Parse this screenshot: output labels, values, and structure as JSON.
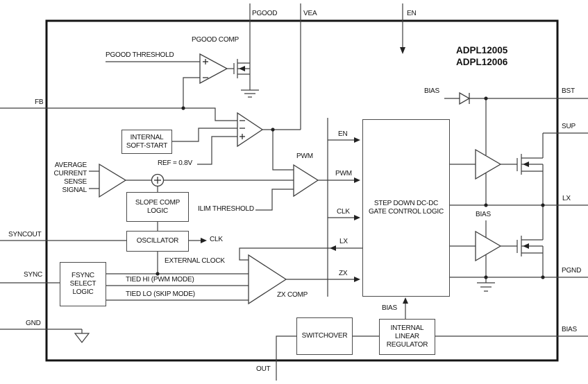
{
  "diagram": {
    "part_numbers": [
      "ADPL12005",
      "ADPL12006"
    ],
    "pins": {
      "top": [
        "PGOOD",
        "VEA",
        "EN"
      ],
      "left": [
        "FB",
        "SYNCOUT",
        "SYNC",
        "GND"
      ],
      "right": [
        "BST",
        "SUP",
        "LX",
        "PGND",
        "BIAS"
      ],
      "bottom": [
        "OUT"
      ]
    },
    "blocks": {
      "internal_soft_start": [
        "INTERNAL",
        "SOFT-START"
      ],
      "slope_comp_logic": [
        "SLOPE COMP",
        "LOGIC"
      ],
      "oscillator": [
        "OSCILLATOR"
      ],
      "fsync_select_logic": [
        "FSYNC",
        "SELECT",
        "LOGIC"
      ],
      "gate_control": [
        "STEP DOWN DC-DC",
        "GATE CONTROL LOGIC"
      ],
      "switchover": [
        "SWITCHOVER"
      ],
      "internal_linear_regulator": [
        "INTERNAL",
        "LINEAR",
        "REGULATOR"
      ]
    },
    "labels": {
      "pgood_comp": "PGOOD COMP",
      "pgood_threshold": "PGOOD THRESHOLD",
      "ref": "REF = 0.8V",
      "avg_current_sense": [
        "AVERAGE",
        "CURRENT",
        "SENSE",
        "SIGNAL"
      ],
      "ilim_threshold": "ILIM THRESHOLD",
      "pwm_comp": "PWM",
      "zx_comp": "ZX COMP",
      "external_clock": "EXTERNAL CLOCK",
      "tied_hi": "TIED HI (PWM MODE)",
      "tied_lo": "TIED LO (SKIP MODE)",
      "clk_out": "CLK",
      "sig_en": "EN",
      "sig_pwm": "PWM",
      "sig_clk": "CLK",
      "sig_lx": "LX",
      "sig_zx": "ZX",
      "bias_bst": "BIAS",
      "bias_driver": "BIAS",
      "bias_reg": "BIAS"
    },
    "colors": {
      "wire": "#3d3d3d",
      "border": "#141414",
      "text": "#111111",
      "background": "#ffffff"
    }
  }
}
